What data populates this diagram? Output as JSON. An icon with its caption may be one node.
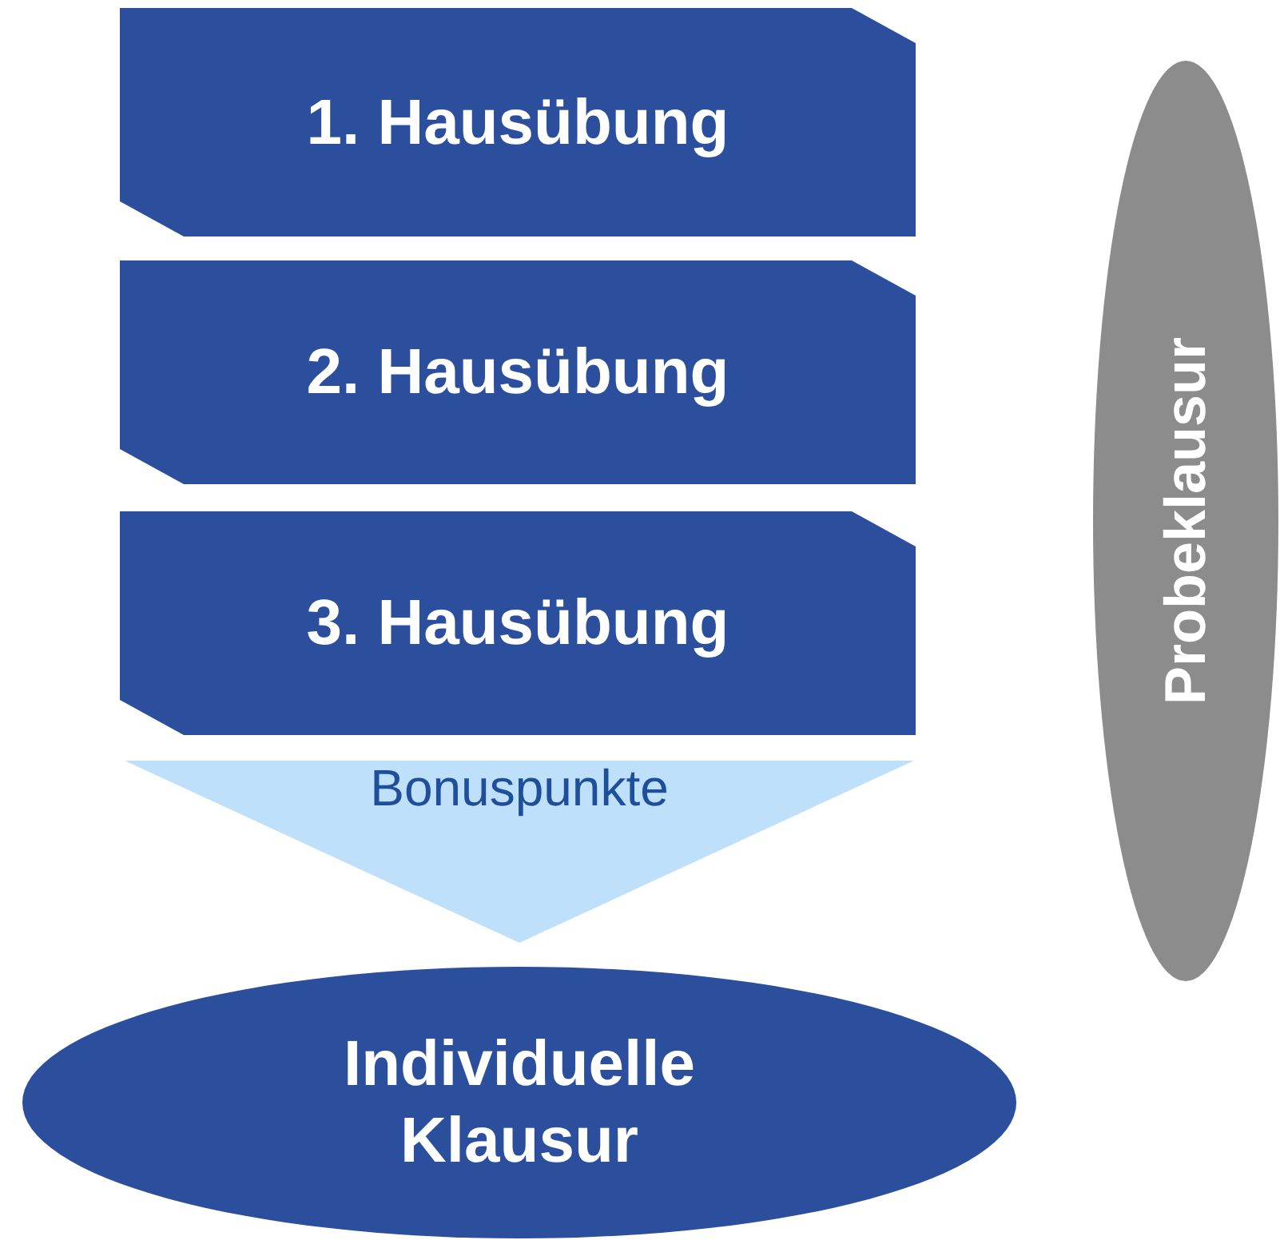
{
  "diagram": {
    "nodes": [
      {
        "text": [
          "1. Hausübung"
        ]
      },
      {
        "text": [
          "2. Hausübung"
        ]
      },
      {
        "text": [
          "3. Hausübung"
        ]
      },
      {
        "text": [
          "Bonuspunkte"
        ]
      },
      {
        "text": [
          "Individuelle Klausur"
        ]
      },
      {
        "text": [
          "Probeklausur"
        ]
      }
    ]
  }
}
